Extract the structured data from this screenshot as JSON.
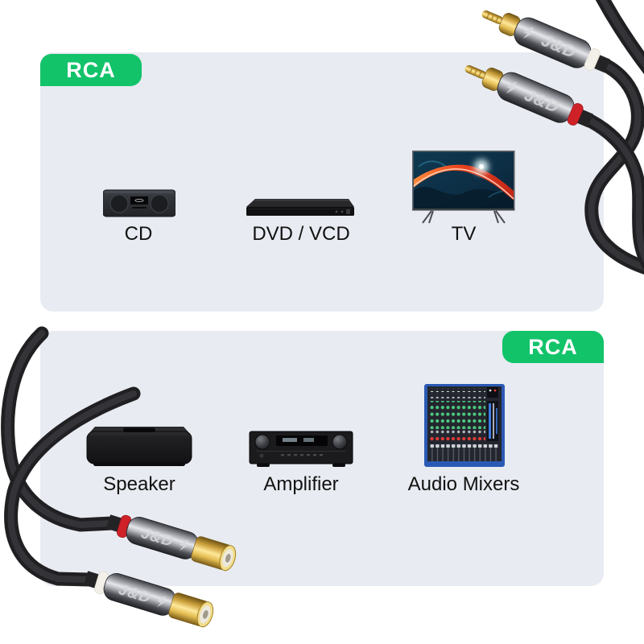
{
  "page": {
    "background": "#ffffff"
  },
  "brand": {
    "logo": "J&D"
  },
  "panels": {
    "top": {
      "badge_label": "RCA",
      "devices": [
        {
          "label": "CD",
          "image": "cd-mini-stereo-photo"
        },
        {
          "label": "DVD / VCD",
          "image": "dvd-player-photo"
        },
        {
          "label": "TV",
          "image": "tv-photo"
        }
      ]
    },
    "bottom": {
      "badge_label": "RCA",
      "devices": [
        {
          "label": "Speaker",
          "image": "portable-speaker-photo"
        },
        {
          "label": "Amplifier",
          "image": "av-receiver-photo"
        },
        {
          "label": "Audio Mixers",
          "image": "mixing-console-photo"
        }
      ]
    }
  },
  "connectors": {
    "top_right": {
      "type": "male RCA plugs",
      "rings": [
        "white",
        "red"
      ],
      "marking": "J&D"
    },
    "bottom_left": {
      "type": "female RCA jacks",
      "rings": [
        "red",
        "white"
      ],
      "marking": "J&D"
    }
  },
  "colors": {
    "badge_green": "#12c36a",
    "panel_bg": "#e8ebf1",
    "label_text": "#111111",
    "cable_black": "#202023",
    "gold": "#e7c35a",
    "ring_red": "#cf2128",
    "ring_white": "#f3f0e9"
  }
}
